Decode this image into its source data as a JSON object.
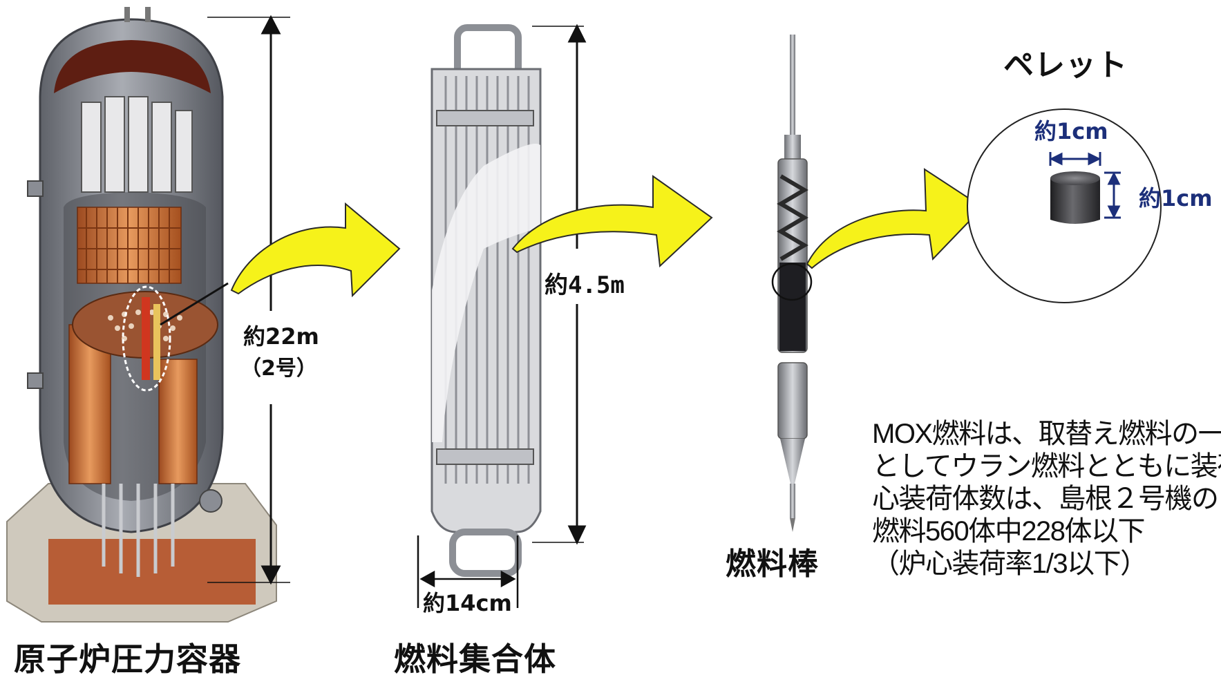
{
  "labels": {
    "vessel": "原子炉圧力容器",
    "assembly": "燃料集合体",
    "rod": "燃料棒",
    "pellet": "ペレット"
  },
  "dimensions": {
    "vessel_height": "約22m",
    "vessel_unit": "（2号）",
    "assembly_height": "約4.5m",
    "assembly_width": "約14cm",
    "pellet_width": "約1cm",
    "pellet_height": "約1cm"
  },
  "note": {
    "lines": [
      "MOX燃料は、取替え燃料の一",
      "としてウラン燃料とともに装荷し、",
      "心装荷体数は、島根２号機の",
      "燃料560体中228体以下",
      "（炉心装荷率1/3以下）"
    ]
  },
  "colors": {
    "arrow_fill": "#f6f21a",
    "dimension_blue": "#1c2f7a",
    "vessel_gray": "#8a8d94",
    "fuel_copper": "#c8652e"
  }
}
